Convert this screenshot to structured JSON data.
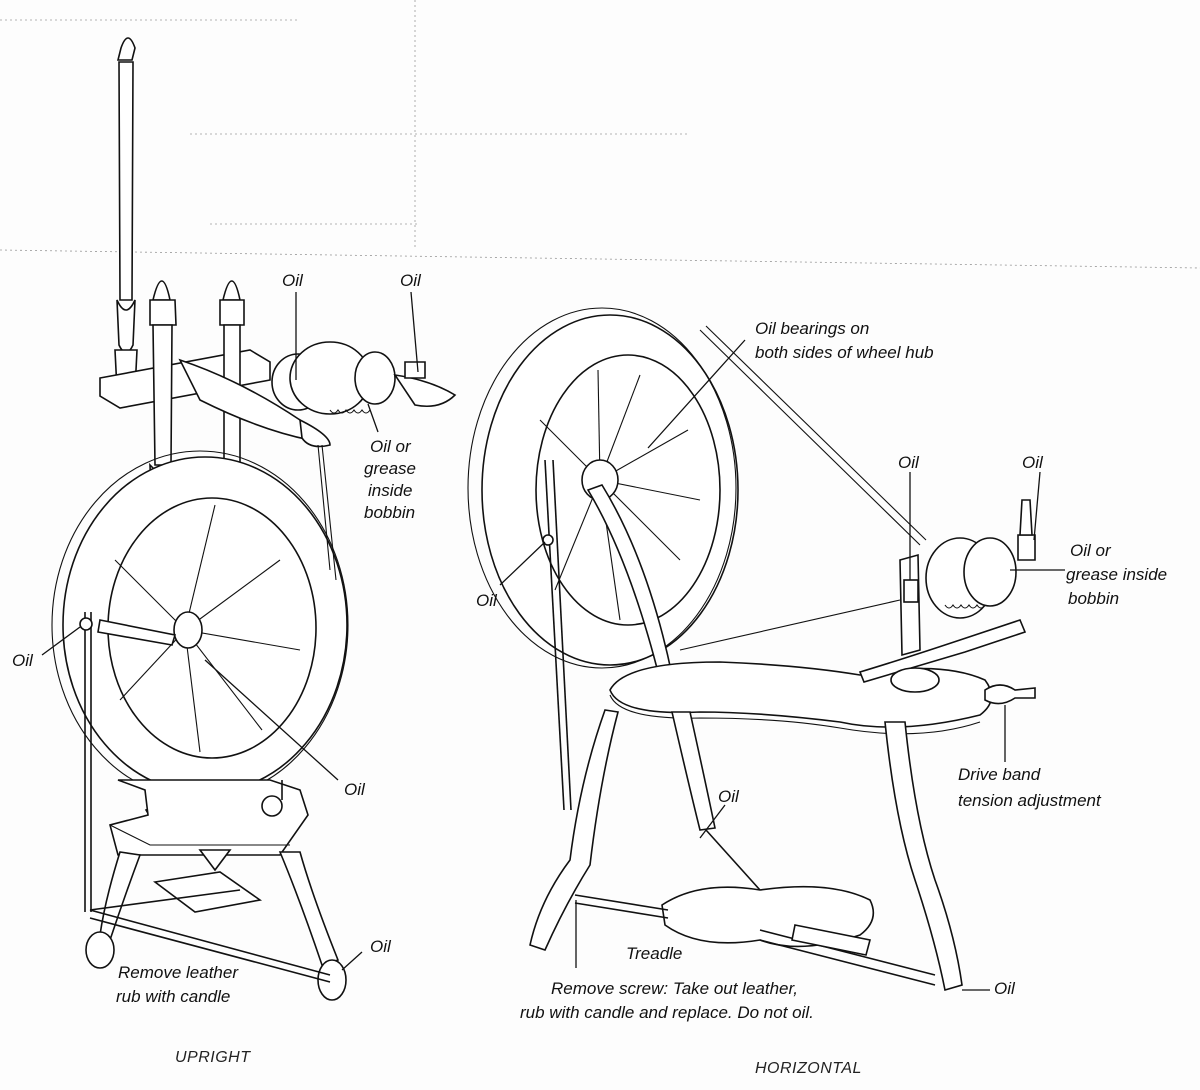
{
  "upright": {
    "caption": "UPRIGHT",
    "labels": {
      "oil_flyer": "Oil",
      "oil_bobbin_end": "Oil",
      "oil_grease_1": "Oil or",
      "oil_grease_2": "grease",
      "oil_grease_3": "inside",
      "oil_grease_4": "bobbin",
      "oil_left": "Oil",
      "oil_hub": "Oil",
      "oil_foot": "Oil",
      "leather_1": "Remove leather",
      "leather_2": "rub with candle"
    }
  },
  "horizontal": {
    "caption": "HORIZONTAL",
    "labels": {
      "bearings_1": "Oil bearings on",
      "bearings_2": "both sides of wheel hub",
      "oil_flyer": "Oil",
      "oil_bobbin_end": "Oil",
      "grease_1": "Oil or",
      "grease_2": "grease inside",
      "grease_3": "bobbin",
      "oil_left": "Oil",
      "tension_1": "Drive band",
      "tension_2": "tension adjustment",
      "oil_treadle_joint": "Oil",
      "treadle": "Treadle",
      "screw_1": "Remove screw: Take out leather,",
      "screw_2": "rub with candle and replace. Do not oil.",
      "oil_foot": "Oil"
    }
  }
}
